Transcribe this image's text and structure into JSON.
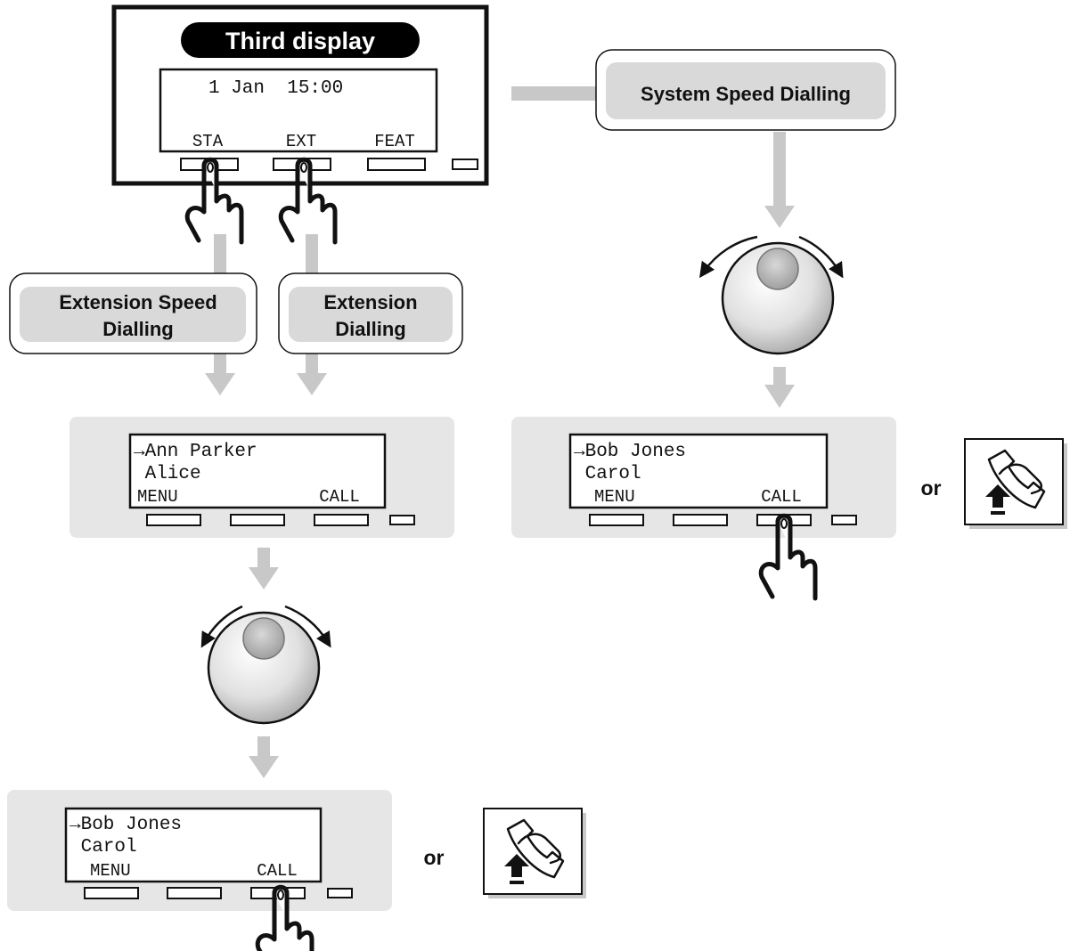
{
  "third_display": {
    "title": "Third display",
    "datetime": "1 Jan  15:00",
    "softkeys": [
      "STA",
      "EXT",
      "FEAT"
    ]
  },
  "labels": {
    "system_speed": "System Speed Dialling",
    "ext_speed_line1": "Extension Speed",
    "ext_speed_line2": "Dialling",
    "ext_dial_line1": "Extension",
    "ext_dial_line2": "Dialling",
    "or": "or"
  },
  "lcd_ext": {
    "line1": "→Ann Parker",
    "line2": " Alice",
    "menu": "MENU",
    "call": "CALL"
  },
  "lcd_sys": {
    "line1": "→Bob Jones",
    "line2": " Carol",
    "menu": "MENU",
    "call": "CALL"
  },
  "lcd_bottom": {
    "line1": "→Bob Jones",
    "line2": " Carol",
    "menu": "MENU",
    "call": "CALL"
  },
  "colors": {
    "panel": "#e6e6e6",
    "arrow": "#c8c8c8",
    "label_fill": "#d9d9d9",
    "title_bg": "#000000"
  }
}
